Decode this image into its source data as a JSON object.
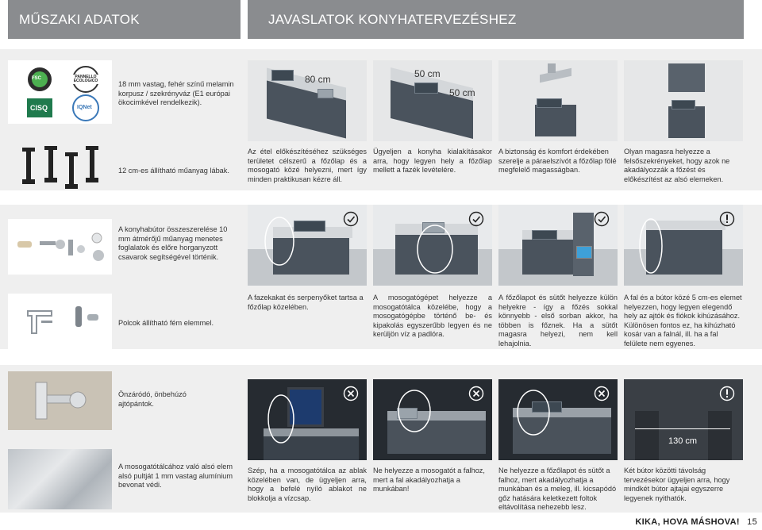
{
  "header": {
    "left_title": "MŰSZAKI ADATOK",
    "right_title": "JAVASLATOK KONYHATERVEZÉSHEZ"
  },
  "specs": [
    {
      "text": "18 mm vastag, fehér színű melamin korpusz / szekrényváz (E1 európai ökocimkével rendelkezik)."
    },
    {
      "text": "12 cm-es állítható műanyag lábak."
    },
    {
      "text": "A konyhabútor összeszerelése 10 mm átmérőjű műanyag menetes foglalatok és előre horganyzott csavarok segítségével történik."
    },
    {
      "text": "Polcok állítható fém elemmel."
    },
    {
      "text": "Önzáródó, önbehúzó ajtópántok."
    },
    {
      "text": "A mosogatótálcához való alsó elem alsó pultját 1 mm vastag alumínium bevonat védi."
    }
  ],
  "logos": {
    "cert1": "FSC",
    "cert2": "PANNELLO ECOLOGICO",
    "cisq": "CISQ",
    "iqnet": "IQNet"
  },
  "dimensions": {
    "d80": "80 cm",
    "d50a": "50 cm",
    "d50b": "50 cm",
    "d130": "130 cm"
  },
  "tips_row1": [
    {
      "text": "Az étel előkészítéséhez szükséges területet célszerű a főzőlap és a mosogató közé helyezni, mert így minden praktikusan kézre áll."
    },
    {
      "text": "Ügyeljen a konyha kialakításakor arra, hogy legyen hely a főzőlap mellett a fazék levételére."
    },
    {
      "text": "A biztonság és komfort érdekében szerelje a páraelszívót a főzőlap fölé megfelelő magasságban."
    },
    {
      "text": "Olyan magasra helyezze a felsőszekrényeket, hogy azok ne akadályozzák a főzést és előkészítést az alsó elemeken."
    }
  ],
  "tips_row2": [
    {
      "text": "A fazekakat és serpenyőket tartsa a főzőlap közelében."
    },
    {
      "text": "A mosogatógépet helyezze a mosogatótálca közelébe, hogy a mosogatógépbe történő be- és kipakolás egyszerűbb legyen és ne kerüljön víz a padlóra."
    },
    {
      "text": "A főzőlapot és sütőt helyezze külön helyekre - így a főzés sokkal könnyebb - első sorban akkor, ha többen is főznek. Ha a sütőt magasra helyezi, nem kell lehajolnia."
    },
    {
      "text": "A fal és a bútor közé 5 cm-es elemet helyezzen, hogy legyen elegendő hely az ajtók és fiókok kihúzásához. Különösen fontos ez, ha kihúzható kosár van a falnál, ill. ha a fal felülete nem egyenes."
    }
  ],
  "tips_row3": [
    {
      "text": "Szép, ha a mosogatótálca az ablak közelében van, de ügyeljen arra, hogy a befelé nyíló ablakot ne blokkolja a vízcsap."
    },
    {
      "text": "Ne helyezze a mosogatót a falhoz, mert a fal akadályozhatja a munkában!"
    },
    {
      "text": "Ne helyezze a főzőlapot és sütőt a falhoz, mert akadályozhatja a munkában és a meleg, ill. kicsapódó gőz hatására keletkezett foltok eltávolítása nehezebb lesz."
    },
    {
      "text": "Két bútor közötti távolság tervezésekor ügyeljen arra, hogy mindkét bútor ajtajai egyszerre legyenek nyithatók."
    }
  ],
  "footer": {
    "brand": "KIKA, HOVA MÁSHOVA!",
    "page": "15"
  }
}
